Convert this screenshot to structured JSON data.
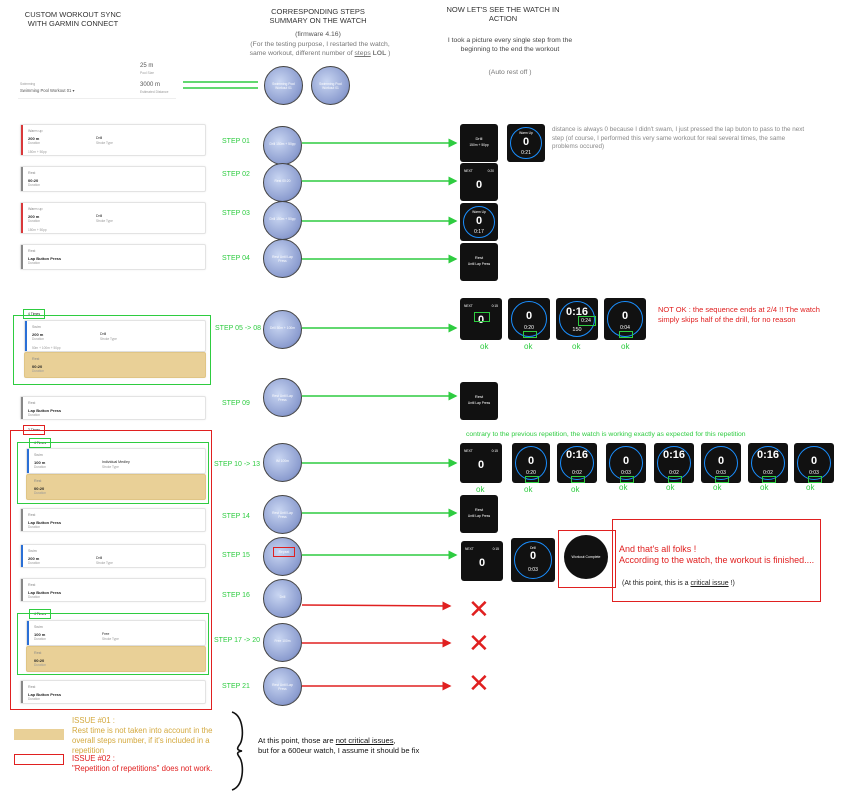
{
  "headers": {
    "col1": "CUSTOM WORKOUT SYNC WITH GARMIN CONNECT",
    "col2_title": "CORRESPONDING STEPS SUMMARY ON THE WATCH",
    "col2_fw": "(firmware 4.16)",
    "col2_note_a": "(For the testing purpose, I restarted the watch,",
    "col2_note_b": "same workout, different number of",
    "col2_note_steps": "steps",
    "col2_note_lol": "LOL",
    "col3_title": "NOW LET'S SEE THE WATCH IN ACTION",
    "col3_note": "I took a picture every single step from the beginning to the end the workout",
    "col3_autorest": "(Auto rest off )"
  },
  "summary_card": {
    "pool_distance": "25 m",
    "pool_label": "Pool Size",
    "total_distance": "3000 m",
    "total_label": "Estimated Distance",
    "workout_type": "Swimming",
    "workout_name": "Swimming Pool Workout 01 ▾"
  },
  "steps": [
    {
      "label": "STEP 01"
    },
    {
      "label": "STEP 02"
    },
    {
      "label": "STEP 03"
    },
    {
      "label": "STEP 04"
    },
    {
      "label": "STEP 05 -> 08"
    },
    {
      "label": "STEP 09"
    },
    {
      "label": "STEP 10 -> 13"
    },
    {
      "label": "STEP 14"
    },
    {
      "label": "STEP 15"
    },
    {
      "label": "STEP 16"
    },
    {
      "label": "STEP 17 -> 20"
    },
    {
      "label": "STEP 21"
    }
  ],
  "cards": [
    {
      "type": "Warm up",
      "dist": "200 m",
      "dlabel": "Duration",
      "stroke": "Drill",
      "slabel": "Stroke Type",
      "extra": "150m + 50pp"
    },
    {
      "type": "Rest",
      "dist": "00:20",
      "dlabel": "Duration"
    },
    {
      "type": "Warm up",
      "dist": "200 m",
      "dlabel": "Duration",
      "stroke": "Drill",
      "slabel": "Stroke Type",
      "extra": "150m + 50pp"
    },
    {
      "type": "Rest",
      "dist": "Lap Button Press",
      "dlabel": "Duration"
    },
    {
      "type": "Swim",
      "dist": "200 m",
      "dlabel": "Duration",
      "stroke": "Drill",
      "slabel": "Stroke Type",
      "extra": "50m + 100m + 50pp"
    },
    {
      "type": "Rest",
      "dist": "00:20",
      "dlabel": "Duration"
    },
    {
      "type": "Rest",
      "dist": "Lap Button Press",
      "dlabel": "Duration"
    },
    {
      "type": "Swim",
      "dist": "100 m",
      "dlabel": "Duration",
      "stroke": "Individual Medley",
      "slabel": "Stroke Type"
    },
    {
      "type": "Rest",
      "dist": "00:20",
      "dlabel": "Duration"
    },
    {
      "type": "Rest",
      "dist": "Lap Button Press",
      "dlabel": "Duration"
    },
    {
      "type": "Swim",
      "dist": "200 m",
      "dlabel": "Duration",
      "stroke": "Drill",
      "slabel": "Stroke Type"
    },
    {
      "type": "Rest",
      "dist": "Lap Button Press",
      "dlabel": "Duration"
    },
    {
      "type": "Swim",
      "dist": "100 m",
      "dlabel": "Duration",
      "stroke": "Free",
      "slabel": "Stroke Type"
    },
    {
      "type": "Rest",
      "dist": "00:20",
      "dlabel": "Duration"
    },
    {
      "type": "Rest",
      "dist": "Lap Button Press",
      "dlabel": "Duration"
    }
  ],
  "repeat_labels": {
    "r1": "4 Times",
    "r2": "2 Times",
    "r3": "4 Times",
    "r4": "4 Times"
  },
  "watch_labels": {
    "w1": "Drill 150m + 50pp",
    "w2": "Rest 00:20",
    "w3": "Drill 150m + 50pp",
    "w4": "Rest Until Lap Press",
    "w5": "Drill 50m + 100m",
    "w6": "Rest Until Lap Press",
    "w7": "IM 100m",
    "w8": "Rest Until Lap Press",
    "w9": "Repeat",
    "w10": "Drill",
    "w11": "Free 100m",
    "w12": "Rest Until Lap Press",
    "top1": "Swimming Pool Workout 01",
    "top2": "Swimming Pool Workout 01"
  },
  "screens": {
    "s1_a": "Drill",
    "s1_b": "150m + 50pp",
    "s2_a": "Warm Up",
    "s2_b": "0",
    "s2_c": "0:21",
    "s3_a": "NEXT",
    "s3_b": "0:20",
    "s3_c": "0",
    "s4_a": "Warm Up",
    "s4_b": "0",
    "s4_c": "0:17",
    "s5_a": "Rest",
    "s5_b": "Until Lap Press",
    "s6_a": "NEXT",
    "s6_b": "0:15",
    "s6_c": "0",
    "s7_a": "0",
    "s7_b": "0:20",
    "s8_a": "0:16",
    "s8_b": "0:24",
    "s8_c": "150",
    "s9_a": "0",
    "s9_b": "0:04",
    "s10_a": "Rest",
    "s10_b": "Until Lap Press",
    "s11_a": "NEXT",
    "s11_b": "0:15",
    "s11_c": "0",
    "s12_a": "0",
    "s12_b": "0:20",
    "s13_a": "0:16",
    "s13_b": "0:02",
    "s14_a": "0",
    "s14_b": "0:03",
    "s15_a": "0:16",
    "s15_b": "0:02",
    "s16_a": "0",
    "s16_b": "0:03",
    "s17_a": "0:16",
    "s17_b": "0:02",
    "s18_a": "0",
    "s18_b": "0:03",
    "s19_a": "Rest",
    "s19_b": "Until Lap Press",
    "s20_a": "NEXT",
    "s20_b": "0:15",
    "s20_c": "0",
    "s21_a": "Drill",
    "s21_b": "0",
    "s21_c": "0:03",
    "s22_a": "Workout Complete"
  },
  "ok_label": "ok",
  "comments": {
    "distance_note": "distance is always 0 because I didn't swam, I just pressed the lap buton to pass to the next step (of course, I performed this very same workout for real several times, the same problems occured)",
    "not_ok": "NOT OK : the sequence ends at 2/4 !! The watch simply skips half of the drill, for no reason",
    "contrary": "contrary to the previous repetition, the watch is working exactly as expected for this repetition",
    "thats_all": "And that's all folks !",
    "according": "According to the watch, the workout is finished....",
    "critical_a": "(At this point, this is a",
    "critical_b": "critical issue",
    "critical_c": "!)"
  },
  "legend": {
    "issue1_title": "ISSUE #01 :",
    "issue1_text": "Rest time is not taken into account in the overall steps number, if it's included in a repetition",
    "issue2_title": "ISSUE #02 :",
    "issue2_text": "\"Repetition of repetitions\" does not work.",
    "conclusion_a": "At this point, those are",
    "conclusion_b": "not critical issues",
    "conclusion_c": ",",
    "conclusion_d": "but for a 600eur watch, I assume it should be fix"
  },
  "colors": {
    "green": "#2ecc40",
    "red": "#e02020",
    "rest_fill": "#e9d097",
    "swim_bar": "#2a6fd6",
    "warm_bar": "#d9383a"
  }
}
